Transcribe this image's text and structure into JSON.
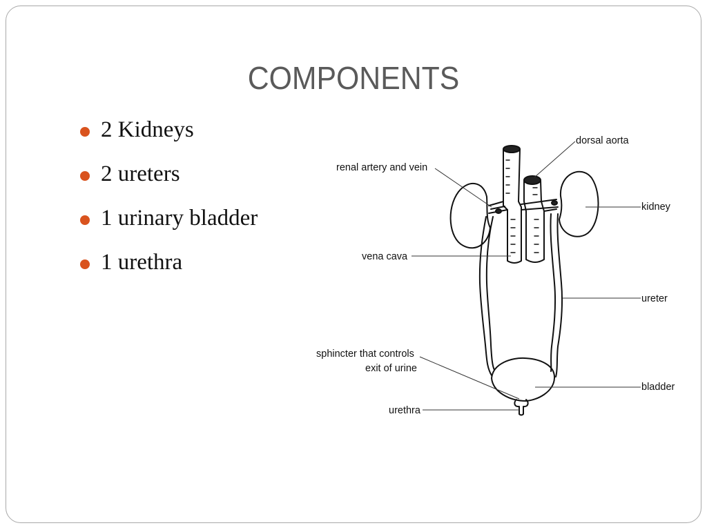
{
  "slide": {
    "title": "COMPONENTS",
    "accent_color": "#d9531e",
    "bullets": [
      {
        "text": "2 Kidneys"
      },
      {
        "text": "2 ureters"
      },
      {
        "text": "1 urinary bladder"
      },
      {
        "text": "1 urethra"
      }
    ]
  },
  "diagram": {
    "labels": {
      "dorsal_aorta": "dorsal aorta",
      "renal_artery_vein": "renal artery and vein",
      "kidney": "kidney",
      "vena_cava": "vena cava",
      "ureter": "ureter",
      "sphincter_line1": "sphincter that controls",
      "sphincter_line2": "exit of urine",
      "bladder": "bladder",
      "urethra": "urethra"
    }
  }
}
